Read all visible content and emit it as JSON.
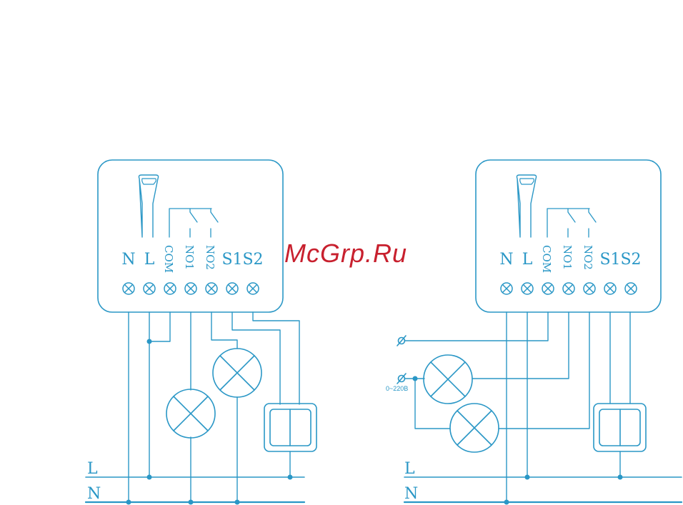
{
  "colors": {
    "line": "#2a97c6",
    "watermark": "#c8202e",
    "background": "#ffffff"
  },
  "watermark": "McGrp.Ru",
  "left_diagram": {
    "terminals": [
      "N",
      "L",
      "COM",
      "NO1",
      "NO2",
      "S1",
      "S2"
    ],
    "bus_labels": {
      "l": "L",
      "n": "N"
    }
  },
  "right_diagram": {
    "terminals": [
      "N",
      "L",
      "COM",
      "NO1",
      "NO2",
      "S1",
      "S2"
    ],
    "bus_labels": {
      "l": "L",
      "n": "N"
    },
    "voltage_label": "0~220В"
  }
}
